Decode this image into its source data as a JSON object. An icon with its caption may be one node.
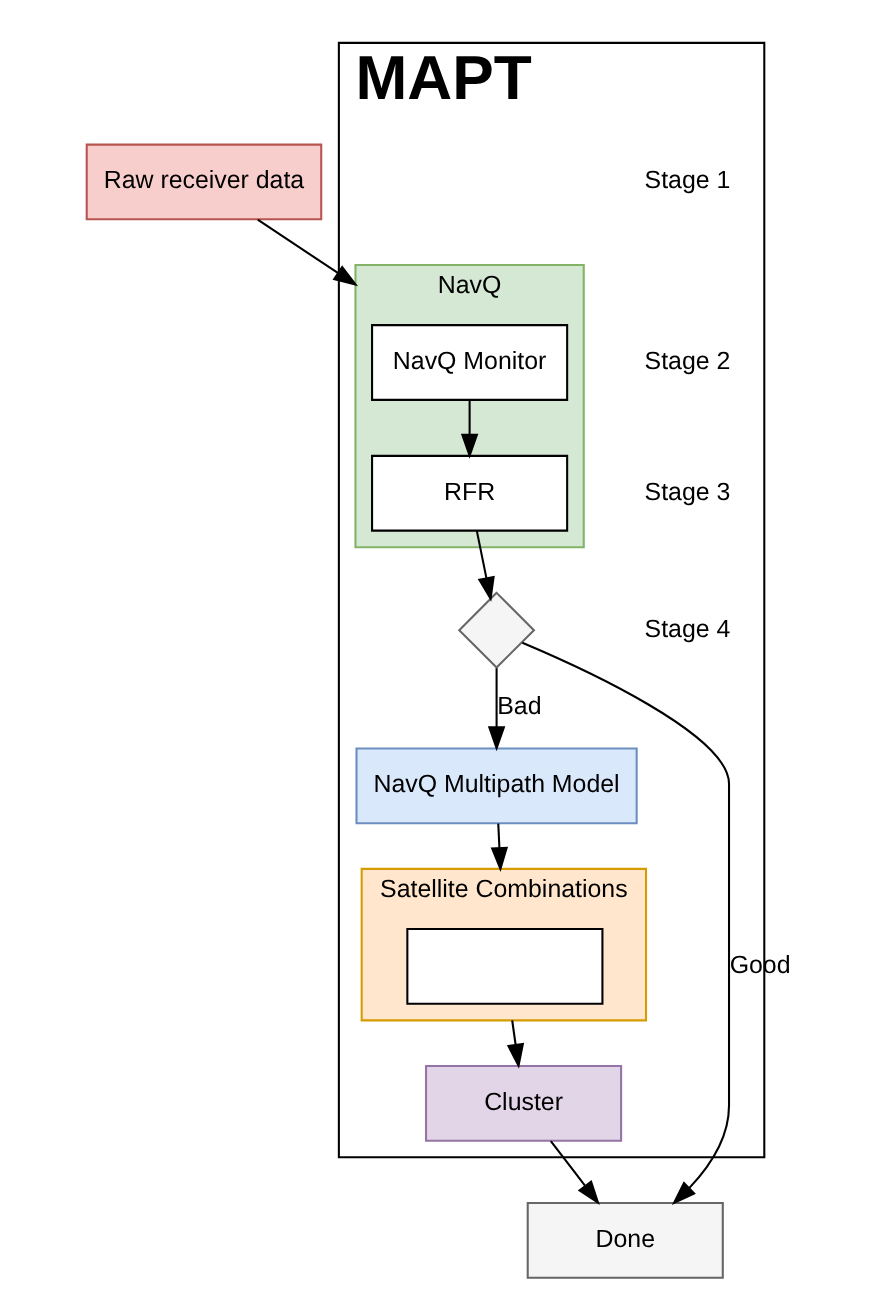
{
  "diagram": {
    "nodes": [
      {
        "text": [
          "Raw receiver data"
        ]
      },
      {
        "text": [
          "MAPT"
        ]
      },
      {
        "text": [
          "NavQ"
        ],
        "in": 1
      },
      {
        "text": [
          "NavQ Monitor"
        ],
        "in": 2
      },
      {
        "text": [
          "RFR"
        ],
        "in": 2
      },
      {
        "text": [],
        "shape": "diamond",
        "in": 1
      },
      {
        "text": [
          "NavQ Multipath Model"
        ],
        "in": 1
      },
      {
        "text": [
          "Satellite Combinations"
        ],
        "in": 1
      },
      {
        "text": [],
        "shape": "box",
        "in": 7
      },
      {
        "text": [
          "Cluster"
        ],
        "in": 1
      },
      {
        "text": [
          "Done"
        ]
      }
    ],
    "edges": [
      {
        "from": 0,
        "to": 2,
        "arrow": "to"
      },
      {
        "from": 3,
        "to": 4,
        "arrow": "to"
      },
      {
        "from": 4,
        "to": 5,
        "arrow": "to"
      },
      {
        "from": 5,
        "to": 10,
        "arrow": "to",
        "label": "Good"
      },
      {
        "from": 5,
        "to": 6,
        "arrow": "to",
        "label": "Bad"
      },
      {
        "from": 6,
        "to": 7,
        "arrow": "to"
      },
      {
        "from": 7,
        "to": 9,
        "arrow": "to"
      },
      {
        "from": 9,
        "to": 10,
        "arrow": "to"
      }
    ],
    "labels": [
      "Stage 1",
      "Stage 2",
      "Stage 3",
      "Stage 4"
    ]
  }
}
